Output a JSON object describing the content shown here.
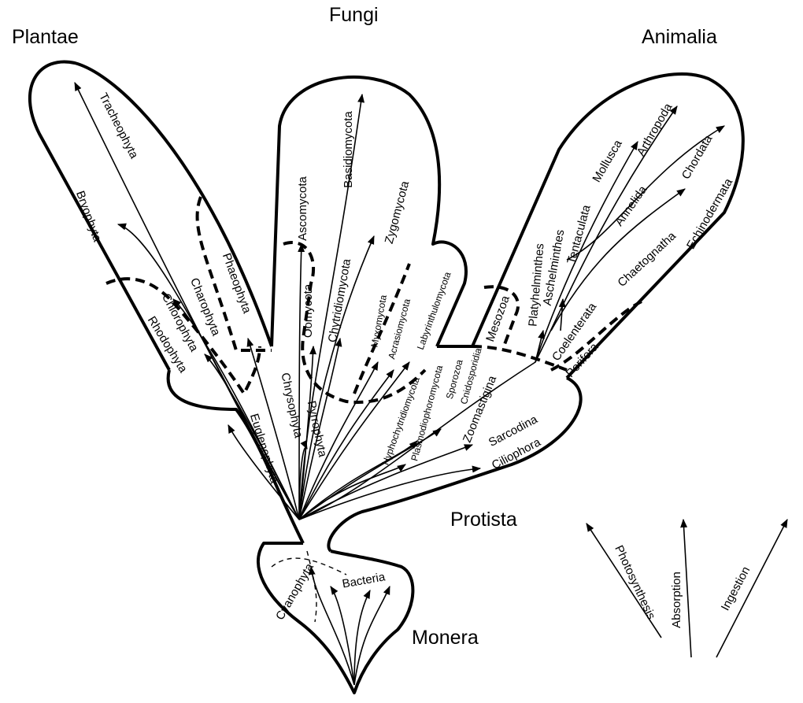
{
  "kingdoms": {
    "plantae": "Plantae",
    "fungi": "Fungi",
    "animalia": "Animalia",
    "protista": "Protista",
    "monera": "Monera"
  },
  "plantae_taxa": [
    "Tracheophyta",
    "Bryophyta",
    "Phaeophyta",
    "Charophyta",
    "Chlorophyta",
    "Rhodophyta"
  ],
  "fungi_taxa": [
    "Ascomycota",
    "Basidiomycota",
    "Zygomycota",
    "Oomycota",
    "Chytridiomycota"
  ],
  "protista_taxa": [
    "Myxomycota",
    "Acrasiomycota",
    "Labyrinthulomycota",
    "Chrysophyta",
    "Pyrrophyta",
    "Euglenophyta",
    "Hyphochytridiomycota",
    "Plasmodiophoromycota",
    "Sporozoa",
    "Cnidosporidia",
    "Zoomastigina",
    "Sarcodina",
    "Ciliophora"
  ],
  "animalia_taxa": [
    "Mesozoa",
    "Platyhelminthes",
    "Aschelminthes",
    "Tentaculata",
    "Coelenterata",
    "Porifera",
    "Mollusca",
    "Arthropoda",
    "Annelida",
    "Chordata",
    "Chaetognatha",
    "Echinodermata"
  ],
  "monera_taxa": [
    "Cyanophyta",
    "Bacteria"
  ],
  "legend": {
    "photosynthesis": "Photosynthesis",
    "absorption": "Absorption",
    "ingestion": "Ingestion"
  }
}
